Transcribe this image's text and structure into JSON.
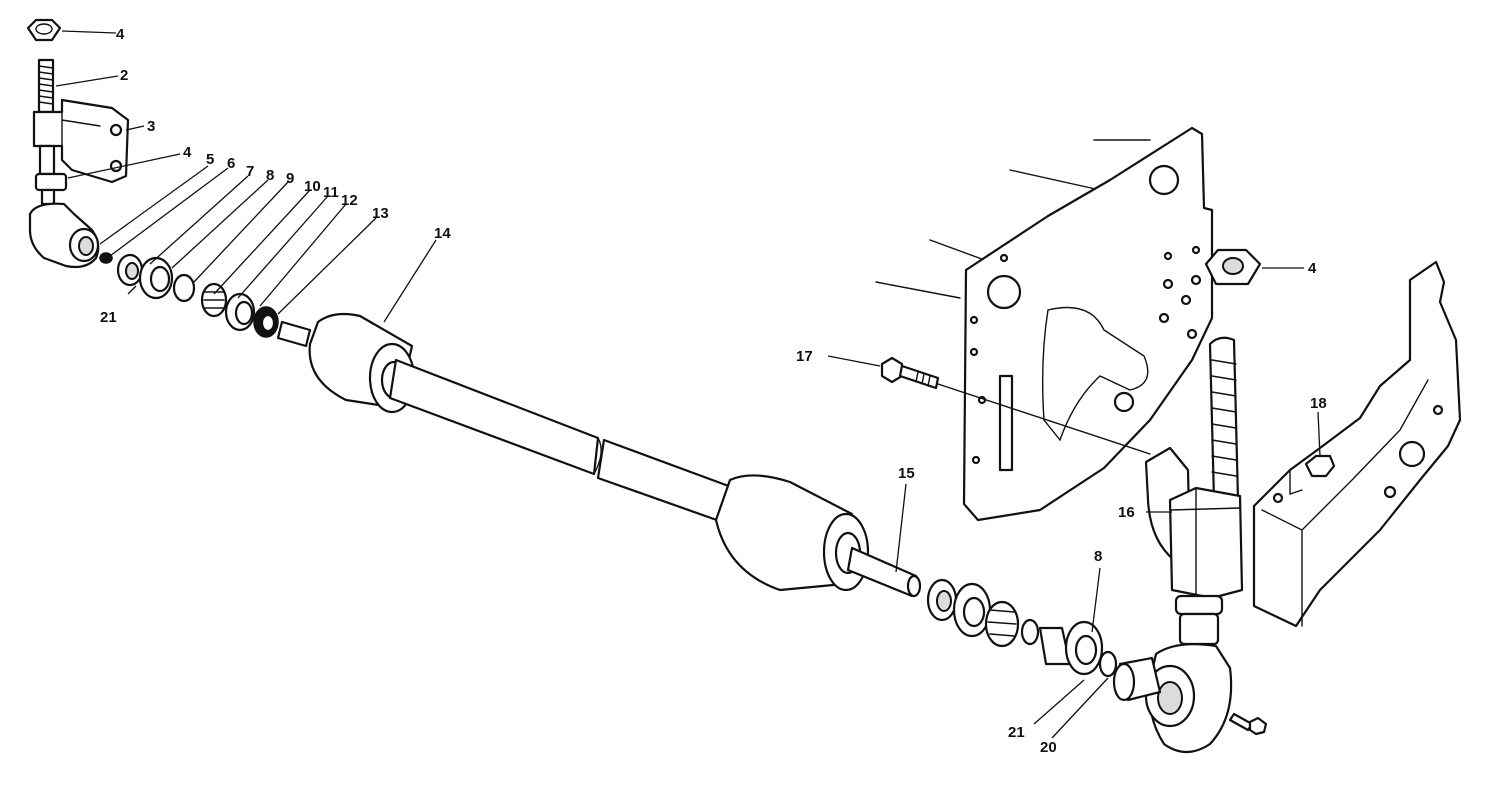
{
  "callouts": [
    {
      "id": "c4a",
      "text": "4"
    },
    {
      "id": "c2",
      "text": "2"
    },
    {
      "id": "c3",
      "text": "3"
    },
    {
      "id": "c4b",
      "text": "4"
    },
    {
      "id": "c5",
      "text": "5"
    },
    {
      "id": "c6",
      "text": "6"
    },
    {
      "id": "c7",
      "text": "7"
    },
    {
      "id": "c8a",
      "text": "8"
    },
    {
      "id": "c9",
      "text": "9"
    },
    {
      "id": "c10",
      "text": "10"
    },
    {
      "id": "c11",
      "text": "11"
    },
    {
      "id": "c12",
      "text": "12"
    },
    {
      "id": "c13",
      "text": "13"
    },
    {
      "id": "c14",
      "text": "14"
    },
    {
      "id": "c21a",
      "text": "21"
    },
    {
      "id": "c4c",
      "text": "4"
    },
    {
      "id": "c17",
      "text": "17"
    },
    {
      "id": "c18",
      "text": "18"
    },
    {
      "id": "c15",
      "text": "15"
    },
    {
      "id": "c16",
      "text": "16"
    },
    {
      "id": "c8b",
      "text": "8"
    },
    {
      "id": "c21b",
      "text": "21"
    },
    {
      "id": "c20",
      "text": "20"
    }
  ],
  "colors": {
    "ink": "#111111",
    "paper": "#ffffff",
    "shade": "#dcdcdc"
  }
}
